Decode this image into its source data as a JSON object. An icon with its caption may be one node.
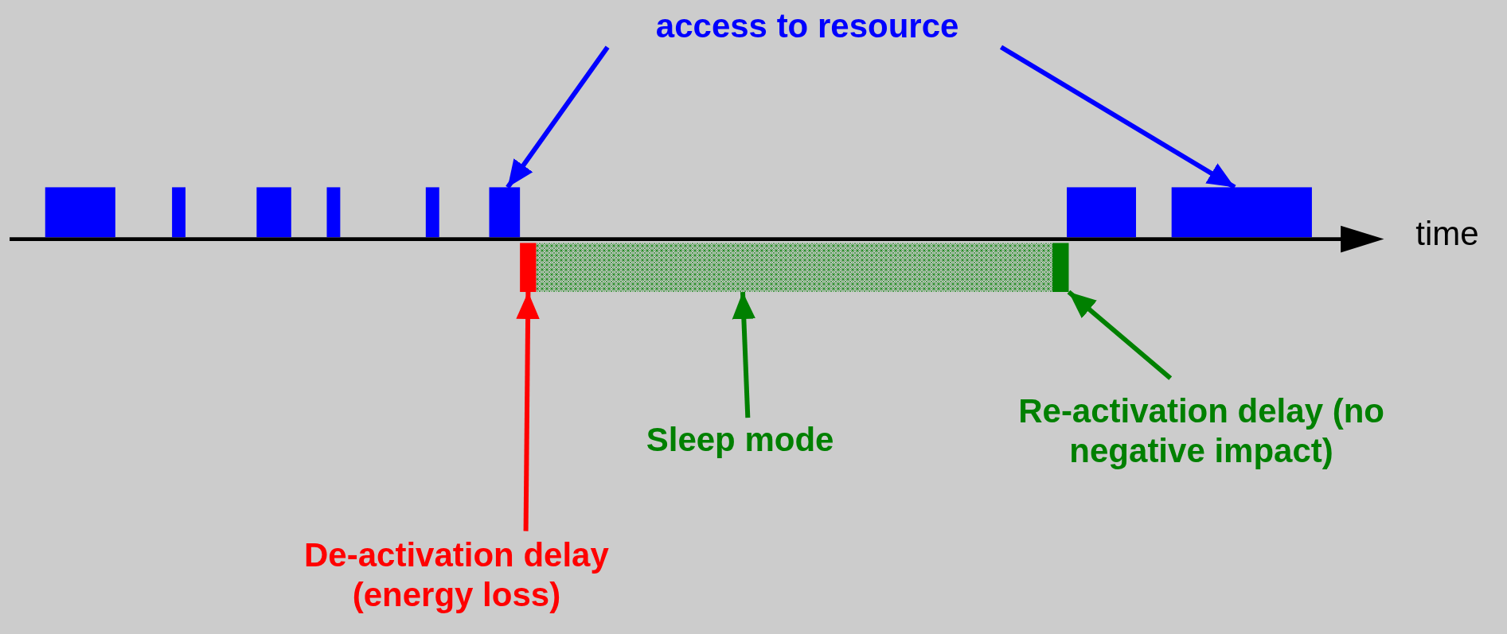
{
  "diagram": {
    "nodes": [
      {
        "text": [
          "access to resource"
        ]
      },
      {
        "text": [],
        "shape": "bar"
      },
      {
        "text": [],
        "shape": "bar"
      },
      {
        "text": [],
        "shape": "bar"
      },
      {
        "text": [],
        "shape": "bar"
      },
      {
        "text": [],
        "shape": "bar"
      },
      {
        "text": [],
        "shape": "bar"
      },
      {
        "text": [],
        "shape": "bar"
      },
      {
        "text": [],
        "shape": "bar"
      },
      {
        "text": [],
        "shape": "bar"
      },
      {
        "text": [],
        "shape": "box"
      },
      {
        "text": [],
        "shape": "bar"
      },
      {
        "text": [
          "De-activation delay (energy loss)"
        ]
      },
      {
        "text": [
          "Sleep mode"
        ]
      },
      {
        "text": [
          "Re-activation delay (no negative impact)"
        ]
      }
    ],
    "edges": [
      {
        "from": 0,
        "to": 6,
        "arrow": "to",
        "color": "#0000ff"
      },
      {
        "from": 0,
        "to": 8,
        "arrow": "to",
        "color": "#0000ff"
      },
      {
        "from": 12,
        "to": 9,
        "arrow": "to",
        "color": "#ff0000"
      },
      {
        "from": 13,
        "to": 10,
        "arrow": "to",
        "color": "#008000"
      },
      {
        "from": 14,
        "to": 11,
        "arrow": "to",
        "color": "#008000"
      }
    ],
    "labels": [
      "time"
    ]
  }
}
